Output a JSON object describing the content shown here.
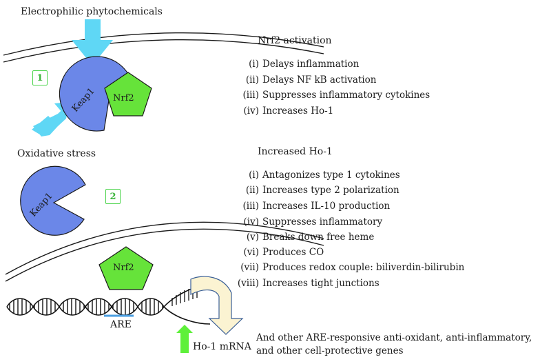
{
  "labels": {
    "electrophilic": "Electrophilic phytochemicals",
    "oxidative": "Oxidative stress",
    "keap1": "Keap1",
    "nrf2": "Nrf2",
    "step1": "1",
    "step2": "2",
    "are": "ARE",
    "ho1_mrna": "Ho-1 mRNA"
  },
  "nrf2_activation": {
    "title": "Nrf2 activation",
    "items": [
      {
        "num": "(i)",
        "text": "Delays inflammation"
      },
      {
        "num": "(ii)",
        "text": "Delays NF kB activation"
      },
      {
        "num": "(iii)",
        "text": "Suppresses inflammatory cytokines"
      },
      {
        "num": "(iv)",
        "text": "Increases Ho-1"
      }
    ]
  },
  "increased_ho1": {
    "title": "Increased Ho-1",
    "items": [
      {
        "num": "(i)",
        "text": "Antagonizes type 1 cytokines"
      },
      {
        "num": "(ii)",
        "text": "Increases type 2 polarization"
      },
      {
        "num": "(iii)",
        "text": "Increases IL-10 production"
      },
      {
        "num": "(iv)",
        "text": "Suppresses inflammatory"
      },
      {
        "num": "(v)",
        "text": "Breaks down free heme"
      },
      {
        "num": "(vi)",
        "text": "Produces CO"
      },
      {
        "num": "(vii)",
        "text": "Produces redox couple: biliverdin-bilirubin"
      },
      {
        "num": "(viii)",
        "text": "Increases tight junctions"
      }
    ]
  },
  "footer": {
    "line1": "And other ARE-responsive anti-oxidant, anti-inflammatory,",
    "line2": "and other cell-protective genes"
  },
  "colors": {
    "keap1": "#6b87e8",
    "nrf2": "#66e33a",
    "arrow_blue": "#5fd7f5",
    "arrow_green": "#5ef03a",
    "mrna_arrow": "#fbf3d2",
    "are_bar": "#4a9ee0",
    "badge": "#4cd44c"
  },
  "icons": [
    "cell-membrane-line",
    "nucleus-membrane-line",
    "dna-helix"
  ]
}
